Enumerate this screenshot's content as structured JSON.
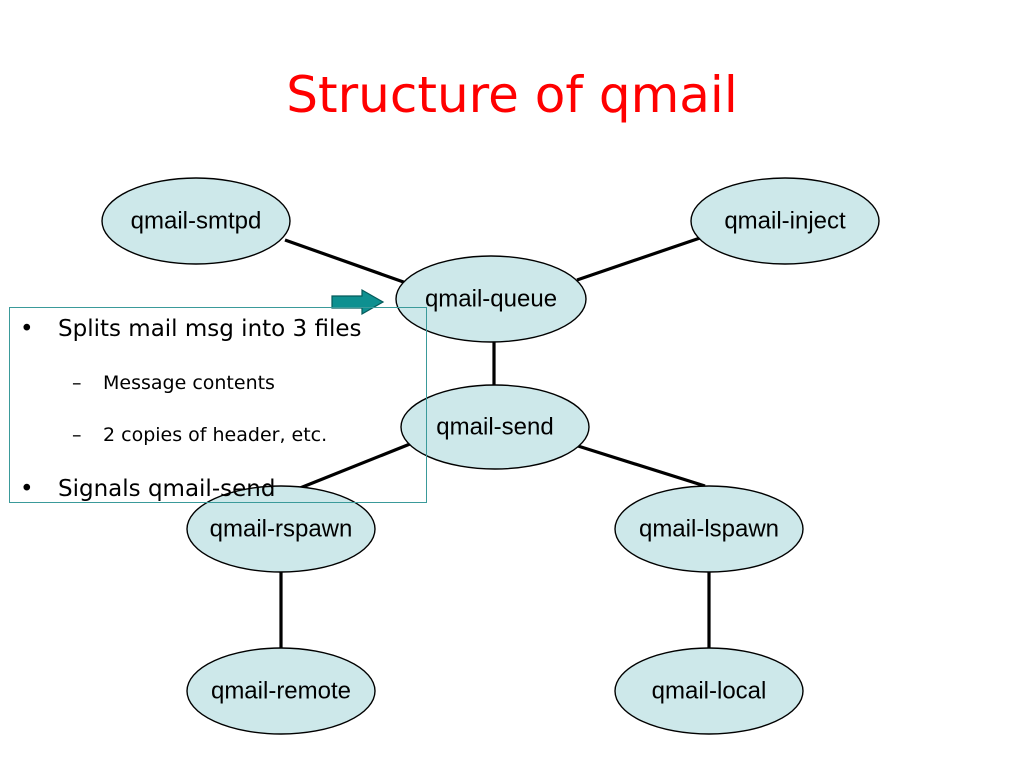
{
  "slide": {
    "title": "Structure of qmail"
  },
  "nodes": {
    "smtpd": "qmail-smtpd",
    "inject": "qmail-inject",
    "queue": "qmail-queue",
    "send": "qmail-send",
    "rspawn": "qmail-rspawn",
    "lspawn": "qmail-lspawn",
    "remote": "qmail-remote",
    "local": "qmail-local"
  },
  "notes": {
    "bullet_mark": "•",
    "sub_mark": "–",
    "bullets": [
      "Splits mail msg into 3 files",
      "Signals qmail-send"
    ],
    "sub_bullets": [
      "Message contents",
      "2 copies of header, etc."
    ]
  },
  "colors": {
    "title": "#ff0000",
    "node_fill": "#cde8ea",
    "arrow_fill": "#0e9090",
    "note_border": "#3a9a9a"
  }
}
